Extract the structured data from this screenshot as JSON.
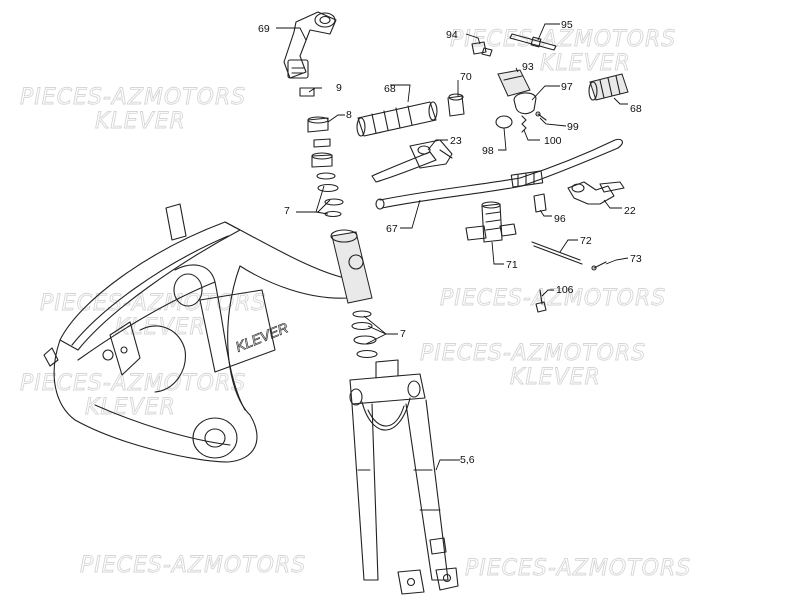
{
  "watermarks": {
    "line1": "PIECES-AZMOTORS",
    "line2": "KLEVER"
  },
  "brand_mark": "KLEVER",
  "callouts": {
    "c69": "69",
    "c9": "9",
    "c8": "8",
    "c68a": "68",
    "c70": "70",
    "c94": "94",
    "c95": "95",
    "c93": "93",
    "c97": "97",
    "c68b": "68",
    "c99": "99",
    "c100": "100",
    "c98": "98",
    "c23": "23",
    "c7a": "7",
    "c67": "67",
    "c96": "96",
    "c22": "22",
    "c71": "71",
    "c72": "72",
    "c73": "73",
    "c106": "106",
    "c7b": "7",
    "c56": "5,6"
  }
}
